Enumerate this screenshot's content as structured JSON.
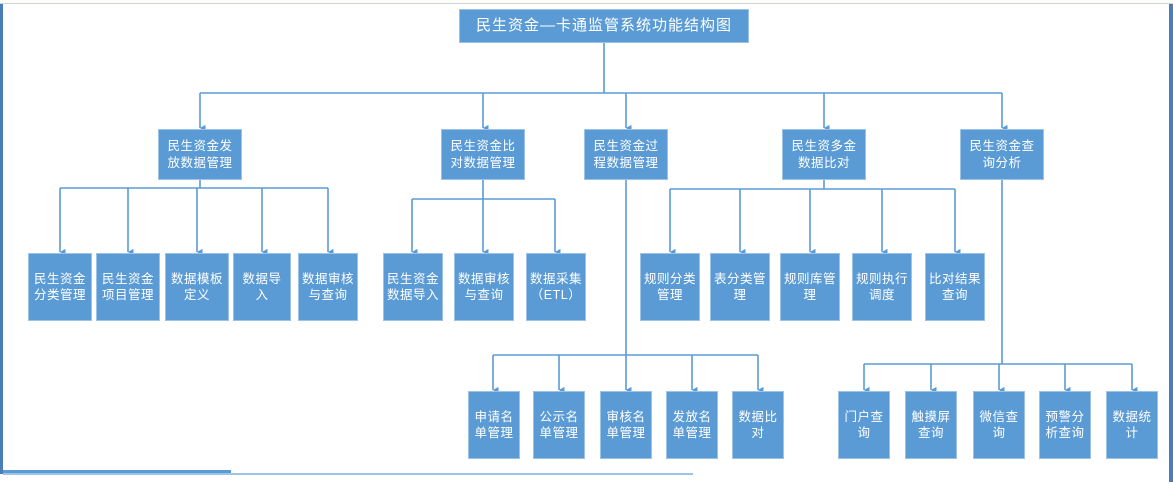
{
  "diagram": {
    "title": "民生资金—卡通监管系统功能结构图",
    "type": "org-chart",
    "theme": {
      "node_fill": "#5B9BD5",
      "node_border": "#9CC3E5",
      "node_text": "#FFFFFF",
      "connector": "#5B9BD5",
      "background": "#FFFFFF",
      "frame": "#4A7EBB"
    },
    "root": {
      "id": "root",
      "label": "民生资金—卡通监管系统功能结构图"
    },
    "level2": [
      {
        "id": "l2-1",
        "label": "民生资金发放数据管理"
      },
      {
        "id": "l2-2",
        "label": "民生资金比对数据管理"
      },
      {
        "id": "l2-3",
        "label": "民生资金过程数据管理"
      },
      {
        "id": "l2-4",
        "label": "民生资多金数据比对"
      },
      {
        "id": "l2-5",
        "label": "民生资金查询分析"
      }
    ],
    "group1": {
      "parent": "民生资金发放数据管理",
      "children": [
        {
          "id": "g1-1",
          "label": "民生资金分类管理"
        },
        {
          "id": "g1-2",
          "label": "民生资金项目管理"
        },
        {
          "id": "g1-3",
          "label": "数据模板定义"
        },
        {
          "id": "g1-4",
          "label": "数据导入"
        },
        {
          "id": "g1-5",
          "label": "数据审核与查询"
        }
      ]
    },
    "group2": {
      "parent": "民生资金比对数据管理",
      "children": [
        {
          "id": "g2-1",
          "label": "民生资金数据导入"
        },
        {
          "id": "g2-2",
          "label": "数据审核与查询"
        },
        {
          "id": "g2-3",
          "label": "数据采集（ETL）"
        }
      ]
    },
    "group3": {
      "parent": "民生资多金数据比对",
      "children": [
        {
          "id": "g3-1",
          "label": "规则分类管理"
        },
        {
          "id": "g3-2",
          "label": "表分类管理"
        },
        {
          "id": "g3-3",
          "label": "规则库管理"
        },
        {
          "id": "g3-4",
          "label": "规则执行调度"
        },
        {
          "id": "g3-5",
          "label": "比对结果查询"
        }
      ]
    },
    "group4": {
      "parent": "民生资金过程数据管理",
      "children": [
        {
          "id": "g4-1",
          "label": "申请名单管理"
        },
        {
          "id": "g4-2",
          "label": "公示名单管理"
        },
        {
          "id": "g4-3",
          "label": "审核名单管理"
        },
        {
          "id": "g4-4",
          "label": "发放名单管理"
        },
        {
          "id": "g4-5",
          "label": "数据比对"
        }
      ]
    },
    "group5": {
      "parent": "民生资金查询分析",
      "children": [
        {
          "id": "g5-1",
          "label": "门户查询"
        },
        {
          "id": "g5-2",
          "label": "触摸屏查询"
        },
        {
          "id": "g5-3",
          "label": "微信查询"
        },
        {
          "id": "g5-4",
          "label": "预警分析查询"
        },
        {
          "id": "g5-5",
          "label": "数据统计"
        }
      ]
    }
  }
}
